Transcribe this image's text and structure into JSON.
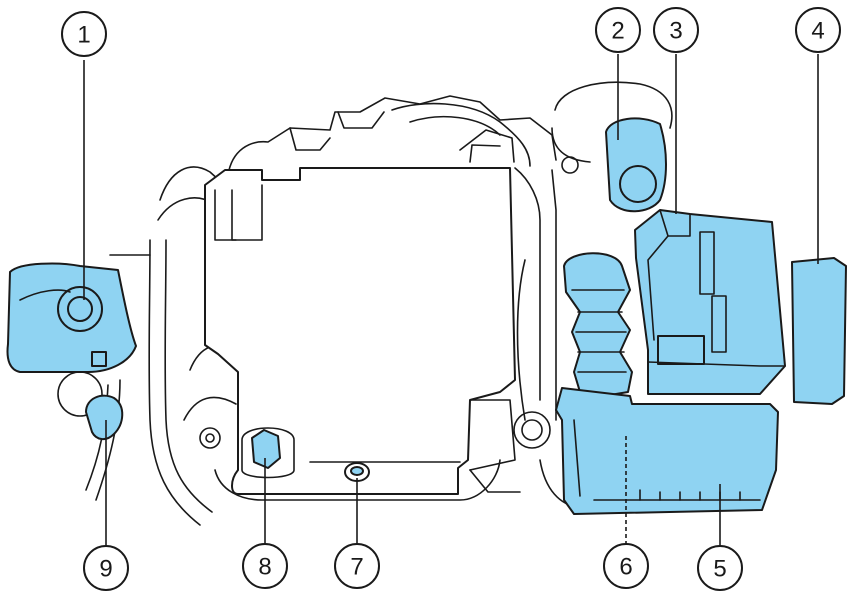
{
  "colors": {
    "highlight": "#8fd3f2",
    "line": "#1a1a1a",
    "background": "#ffffff"
  },
  "callouts": [
    {
      "id": "1",
      "label": "1"
    },
    {
      "id": "2",
      "label": "2"
    },
    {
      "id": "3",
      "label": "3"
    },
    {
      "id": "4",
      "label": "4"
    },
    {
      "id": "5",
      "label": "5"
    },
    {
      "id": "6",
      "label": "6"
    },
    {
      "id": "7",
      "label": "7"
    },
    {
      "id": "8",
      "label": "8"
    },
    {
      "id": "9",
      "label": "9"
    }
  ]
}
